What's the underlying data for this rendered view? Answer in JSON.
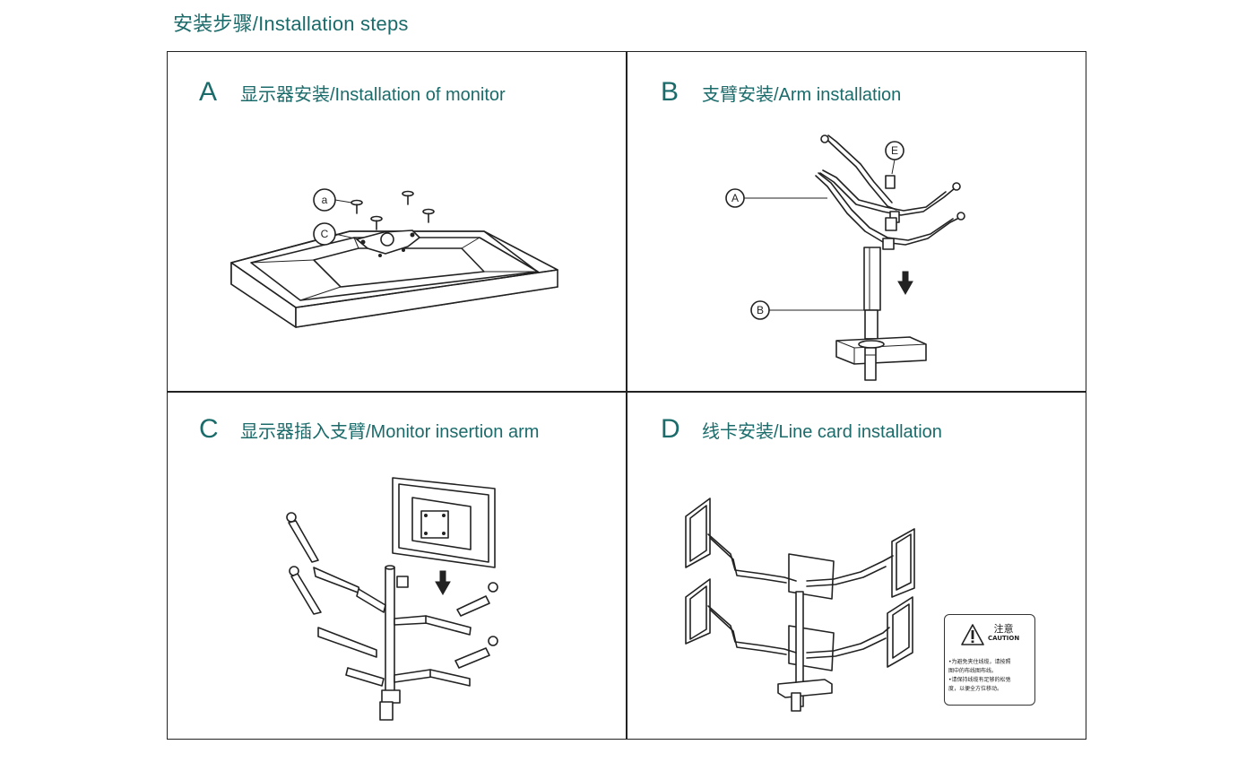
{
  "page_title": "安装步骤/Installation steps",
  "panels": [
    {
      "letter": "A",
      "title": "显示器安装/Installation of monitor",
      "callouts": [
        "a",
        "C"
      ]
    },
    {
      "letter": "B",
      "title": "支臂安装/Arm installation",
      "callouts": [
        "E",
        "A",
        "B"
      ]
    },
    {
      "letter": "C",
      "title": "显示器插入支臂/Monitor insertion arm",
      "callouts": []
    },
    {
      "letter": "D",
      "title": "线卡安装/Line card installation",
      "callouts": []
    }
  ],
  "caution": {
    "title_cn": "注意",
    "title_en": "CAUTION",
    "lines": [
      "•为避免夹住线缆，请按照",
      "  图中的布线图布线。",
      "•请保持线缆有足够的松弛",
      "  度，以便全方位移动。"
    ]
  },
  "colors": {
    "accent": "#1b6b6b",
    "line": "#222222"
  }
}
